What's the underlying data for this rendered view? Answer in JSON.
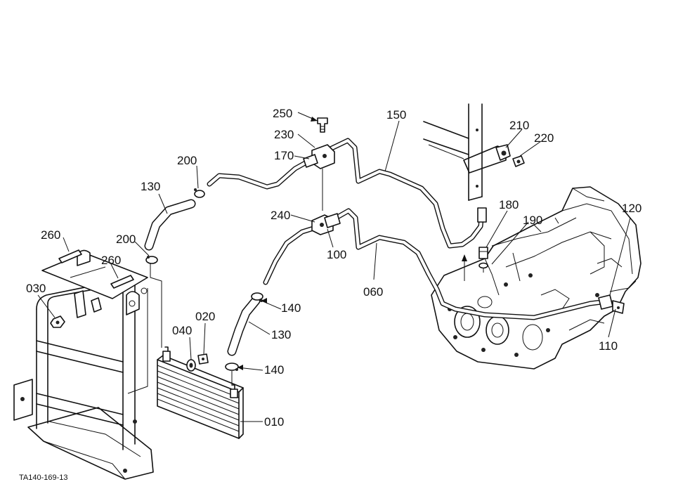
{
  "callouts": [
    {
      "id": "250",
      "text": "250"
    },
    {
      "id": "230",
      "text": "230"
    },
    {
      "id": "170",
      "text": "170"
    },
    {
      "id": "150",
      "text": "150"
    },
    {
      "id": "210",
      "text": "210"
    },
    {
      "id": "220",
      "text": "220"
    },
    {
      "id": "200a",
      "text": "200"
    },
    {
      "id": "130a",
      "text": "130"
    },
    {
      "id": "240",
      "text": "240"
    },
    {
      "id": "180",
      "text": "180"
    },
    {
      "id": "190",
      "text": "190"
    },
    {
      "id": "120",
      "text": "120"
    },
    {
      "id": "260a",
      "text": "260"
    },
    {
      "id": "200b",
      "text": "200"
    },
    {
      "id": "100",
      "text": "100"
    },
    {
      "id": "260b",
      "text": "260"
    },
    {
      "id": "030",
      "text": "030"
    },
    {
      "id": "060",
      "text": "060"
    },
    {
      "id": "140a",
      "text": "140"
    },
    {
      "id": "020",
      "text": "020"
    },
    {
      "id": "040",
      "text": "040"
    },
    {
      "id": "130b",
      "text": "130"
    },
    {
      "id": "110",
      "text": "110"
    },
    {
      "id": "140b",
      "text": "140"
    },
    {
      "id": "010",
      "text": "010"
    }
  ],
  "figure_code": "TA140-169-13"
}
